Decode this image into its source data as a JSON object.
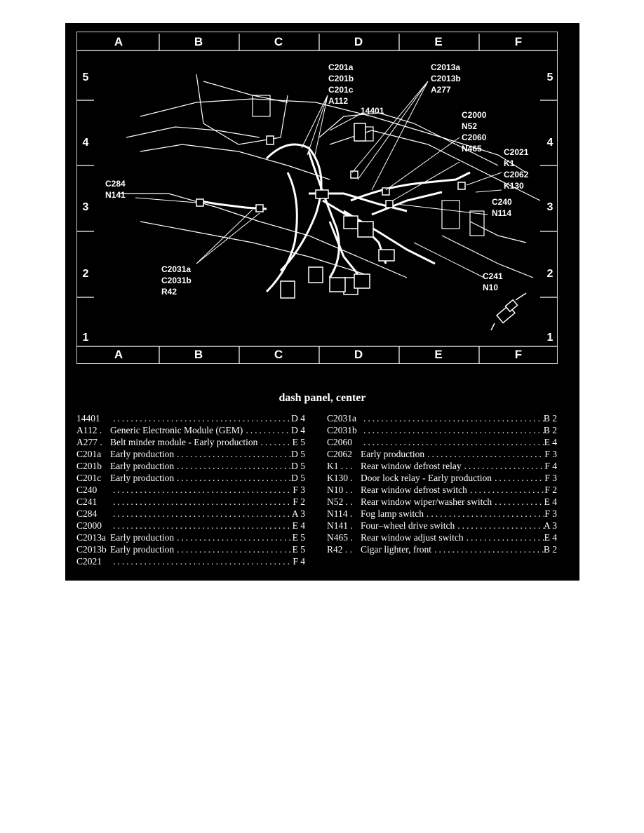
{
  "grid": {
    "columns": [
      "A",
      "B",
      "C",
      "D",
      "E",
      "F"
    ],
    "rows": [
      "5",
      "4",
      "3",
      "2",
      "1"
    ]
  },
  "callouts": {
    "c201": [
      "C201a",
      "C201b",
      "C201c",
      "A112"
    ],
    "c2013": [
      "C2013a",
      "C2013b",
      "A277"
    ],
    "n14401": [
      "14401"
    ],
    "c2000": [
      "C2000",
      "N52",
      "C2060",
      "N465"
    ],
    "c2021": [
      "C2021",
      "K1",
      "C2062",
      "K130"
    ],
    "c284": [
      "C284",
      "N141"
    ],
    "c240": [
      "C240",
      "N114"
    ],
    "c2031": [
      "C2031a",
      "C2031b",
      "R42"
    ],
    "c241": [
      "C241",
      "N10"
    ]
  },
  "caption": "dash panel, center",
  "legend": {
    "left": [
      {
        "code": "14401",
        "desc": "",
        "loc": "D 4"
      },
      {
        "code": "A112 .",
        "desc": "Generic Electronic Module (GEM)",
        "loc": "D 4"
      },
      {
        "code": "A277 .",
        "desc": "Belt minder module - Early production",
        "loc": "E 5"
      },
      {
        "code": "C201a",
        "desc": "Early production",
        "loc": "D 5"
      },
      {
        "code": "C201b",
        "desc": "Early production",
        "loc": "D 5"
      },
      {
        "code": "C201c",
        "desc": "Early production",
        "loc": "D 5"
      },
      {
        "code": "C240",
        "desc": "",
        "loc": "F 3"
      },
      {
        "code": "C241",
        "desc": "",
        "loc": "F 2"
      },
      {
        "code": "C284",
        "desc": "",
        "loc": "A 3"
      },
      {
        "code": "C2000",
        "desc": "",
        "loc": "E 4"
      },
      {
        "code": "C2013a",
        "desc": "Early production",
        "loc": "E 5"
      },
      {
        "code": "C2013b",
        "desc": "Early production",
        "loc": "E 5"
      },
      {
        "code": "C2021",
        "desc": "",
        "loc": "F 4"
      }
    ],
    "right": [
      {
        "code": "C2031a",
        "desc": "",
        "loc": "B 2"
      },
      {
        "code": "C2031b",
        "desc": "",
        "loc": "B 2"
      },
      {
        "code": "C2060",
        "desc": "",
        "loc": "E 4"
      },
      {
        "code": "C2062",
        "desc": "Early production",
        "loc": "F 3"
      },
      {
        "code": "K1 . . .",
        "desc": "Rear window defrost relay",
        "loc": "F 4"
      },
      {
        "code": "K130 .",
        "desc": "Door lock relay - Early production",
        "loc": "F 3"
      },
      {
        "code": "N10 . .",
        "desc": "Rear window defrost switch",
        "loc": "F 2"
      },
      {
        "code": "N52 . .",
        "desc": "Rear window wiper/washer switch",
        "loc": "E 4"
      },
      {
        "code": "N114 .",
        "desc": "Fog lamp switch",
        "loc": "F 3"
      },
      {
        "code": "N141 .",
        "desc": "Four–wheel drive switch",
        "loc": "A 3"
      },
      {
        "code": "N465 .",
        "desc": "Rear window adjust switch",
        "loc": "E 4"
      },
      {
        "code": "R42 . .",
        "desc": "Cigar lighter, front",
        "loc": "B 2"
      }
    ]
  },
  "colors": {
    "background": "#000000",
    "foreground": "#ffffff",
    "page": "#ffffff"
  }
}
